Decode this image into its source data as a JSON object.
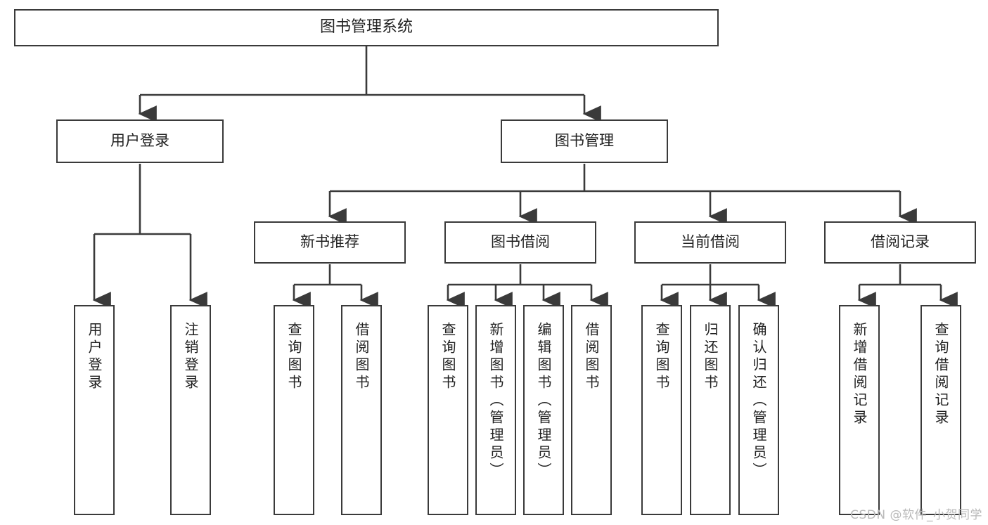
{
  "diagram": {
    "title": "图书管理系统",
    "watermark": "CSDN @软件_小贺同学",
    "colors": {
      "border": "#3a3a3a",
      "text": "#222222",
      "background": "#ffffff",
      "watermark": "#b9b9b9"
    },
    "root": {
      "label": "图书管理系统"
    },
    "level2": [
      {
        "label": "用户登录"
      },
      {
        "label": "图书管理"
      }
    ],
    "level3": [
      {
        "label": "新书推荐"
      },
      {
        "label": "图书借阅"
      },
      {
        "label": "当前借阅"
      },
      {
        "label": "借阅记录"
      }
    ],
    "leaves": {
      "user_login": [
        {
          "label": "用户登录"
        },
        {
          "label": "注销登录"
        }
      ],
      "new_book_recommend": [
        {
          "label": "查询图书"
        },
        {
          "label": "借阅图书"
        }
      ],
      "book_borrow": [
        {
          "label": "查询图书"
        },
        {
          "label": "新增图书（管理员）"
        },
        {
          "label": "编辑图书（管理员）"
        },
        {
          "label": "借阅图书"
        }
      ],
      "current_borrow": [
        {
          "label": "查询图书"
        },
        {
          "label": "归还图书"
        },
        {
          "label": "确认归还（管理员）"
        }
      ],
      "borrow_record": [
        {
          "label": "新增借阅记录"
        },
        {
          "label": "查询借阅记录"
        }
      ]
    }
  }
}
